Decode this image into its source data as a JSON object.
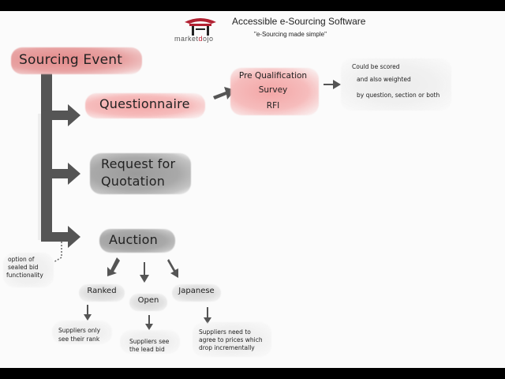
{
  "header": {
    "title": "Accessible e-Sourcing Software",
    "tagline": "\"e-Sourcing made simple\""
  },
  "logo": {
    "text_pre": "market",
    "text_highlight": "d",
    "text_post": "ojo",
    "icon": "pagoda-icon",
    "accent_color": "#b22233"
  },
  "diagram": {
    "root": {
      "label": "Sourcing Event",
      "color": "#e48a8a"
    },
    "questionnaire": {
      "label": "Questionnaire",
      "color": "#f3a6a6"
    },
    "prequal": {
      "line1": "Pre Qualification",
      "line2": "Survey",
      "line3": "RFI",
      "color": "#f3a6a6"
    },
    "scoring_note": {
      "line1": "Could be scored",
      "line2": "and also weighted",
      "line3": "by question, section or both"
    },
    "rfq": {
      "line1": "Request for",
      "line2": "Quotation",
      "color": "#9b9b9b"
    },
    "auction": {
      "label": "Auction",
      "color": "#a9a9a9"
    },
    "sealed_bid_note": {
      "line1": "option of",
      "line2": "sealed bid",
      "line3": "functionality"
    },
    "auction_types": [
      {
        "label": "Ranked",
        "note_line1": "Suppliers only",
        "note_line2": "see their rank"
      },
      {
        "label": "Open",
        "note_line1": "Suppliers see",
        "note_line2": "the lead bid"
      },
      {
        "label": "Japanese",
        "note_line1": "Suppliers need to",
        "note_line2": "agree to prices which",
        "note_line3": "drop incrementally"
      }
    ]
  }
}
